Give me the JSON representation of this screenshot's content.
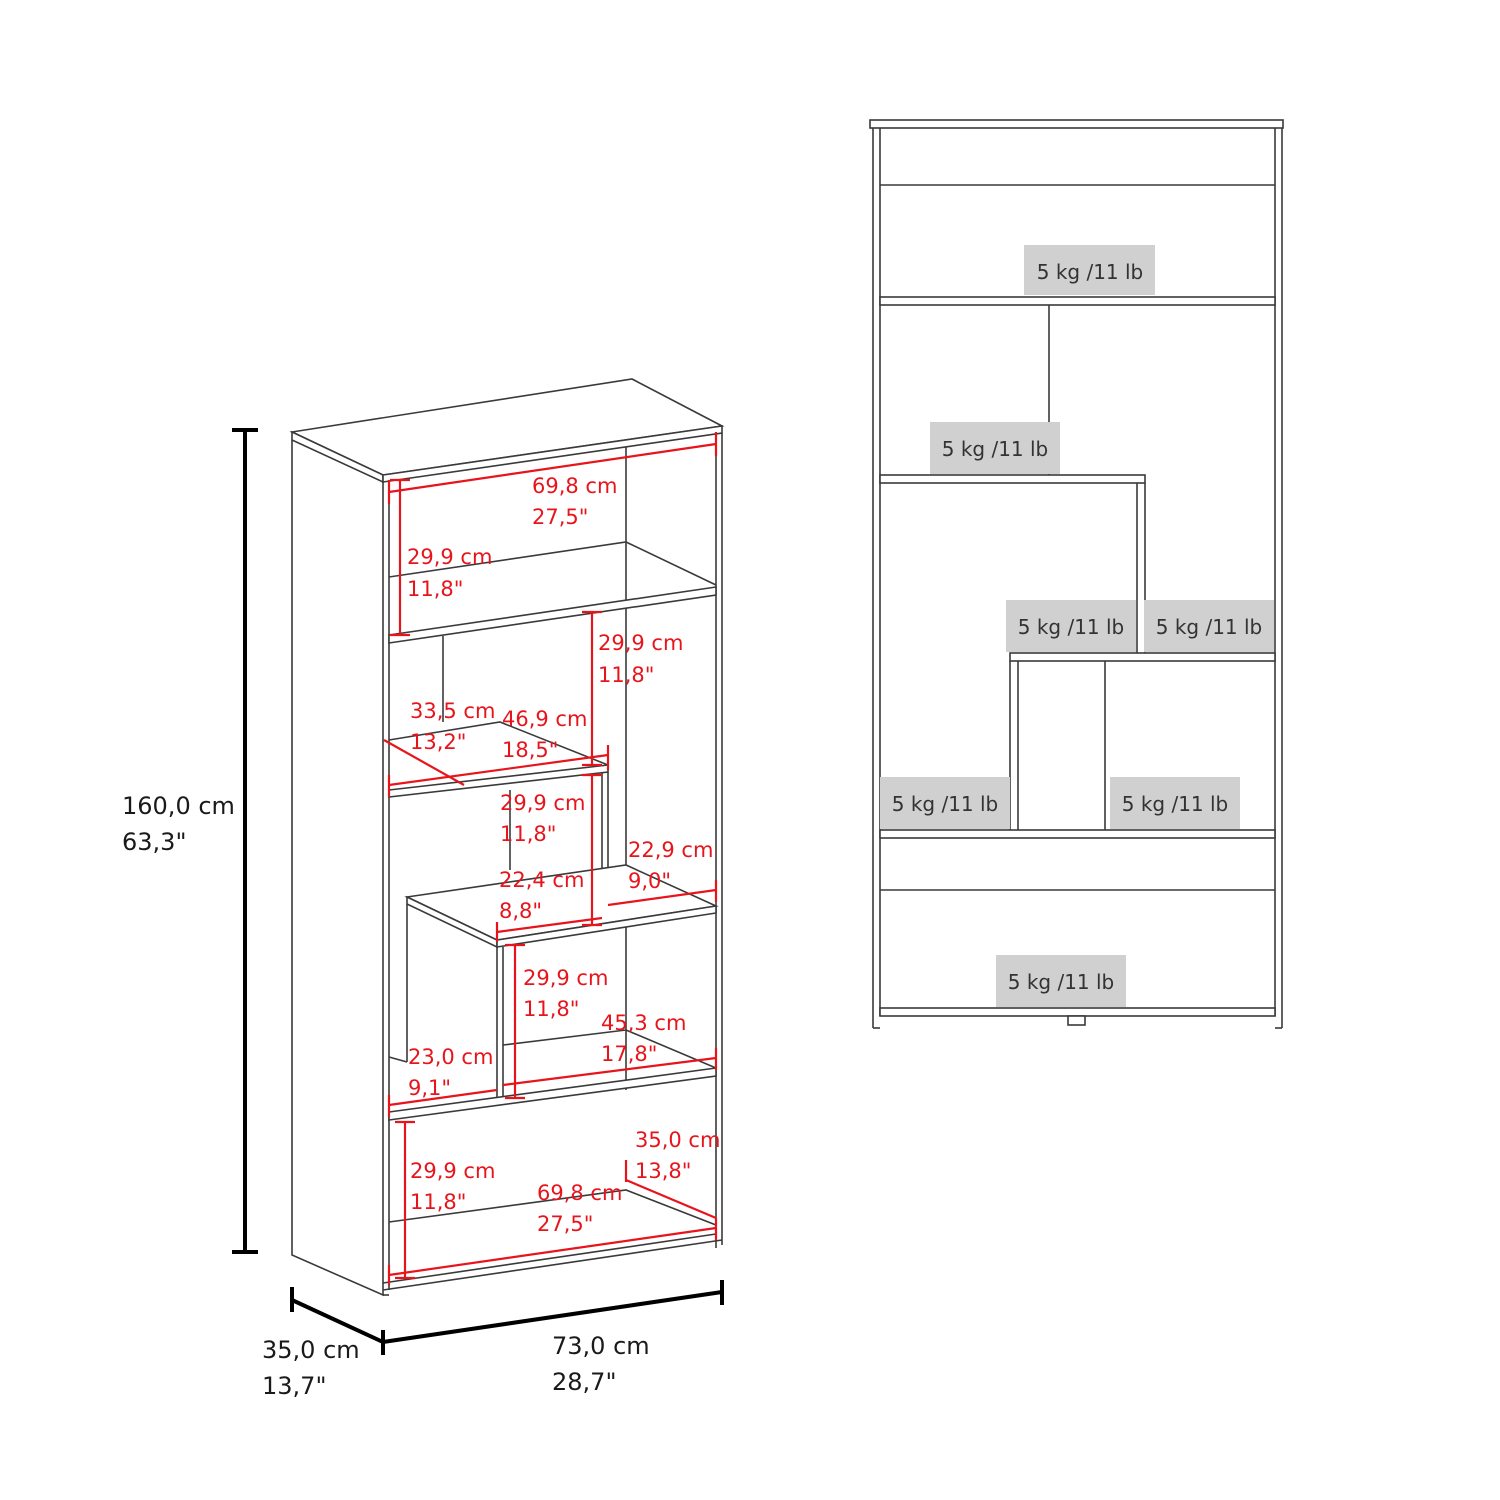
{
  "overall": {
    "height": {
      "cm": "160,0 cm",
      "in": "63,3\""
    },
    "depth": {
      "cm": "35,0 cm",
      "in": "13,7\""
    },
    "width": {
      "cm": "73,0 cm",
      "in": "28,7\""
    }
  },
  "inner_dims": [
    {
      "cm": "69,8 cm",
      "in": "27,5\""
    },
    {
      "cm": "29,9 cm",
      "in": "11,8\""
    },
    {
      "cm": "29,9 cm",
      "in": "11,8\""
    },
    {
      "cm": "33,5 cm",
      "in": "13,2\""
    },
    {
      "cm": "46,9 cm",
      "in": "18,5\""
    },
    {
      "cm": "29,9 cm",
      "in": "11,8\""
    },
    {
      "cm": "22,9 cm",
      "in": "9,0\""
    },
    {
      "cm": "22,4 cm",
      "in": "8,8\""
    },
    {
      "cm": "29,9 cm",
      "in": "11,8\""
    },
    {
      "cm": "45,3 cm",
      "in": "17,8\""
    },
    {
      "cm": "23,0 cm",
      "in": "9,1\""
    },
    {
      "cm": "35,0 cm",
      "in": "13,8\""
    },
    {
      "cm": "29,9 cm",
      "in": "11,8\""
    },
    {
      "cm": "69,8 cm",
      "in": "27,5\""
    }
  ],
  "weight_labels": [
    "5 kg /11 lb",
    "5 kg /11 lb",
    "5 kg /11 lb",
    "5 kg /11 lb",
    "5 kg /11 lb",
    "5 kg /11 lb",
    "5 kg /11 lb"
  ],
  "colors": {
    "dimension": "#e8141c",
    "label_bg": "#d0d0d0"
  }
}
